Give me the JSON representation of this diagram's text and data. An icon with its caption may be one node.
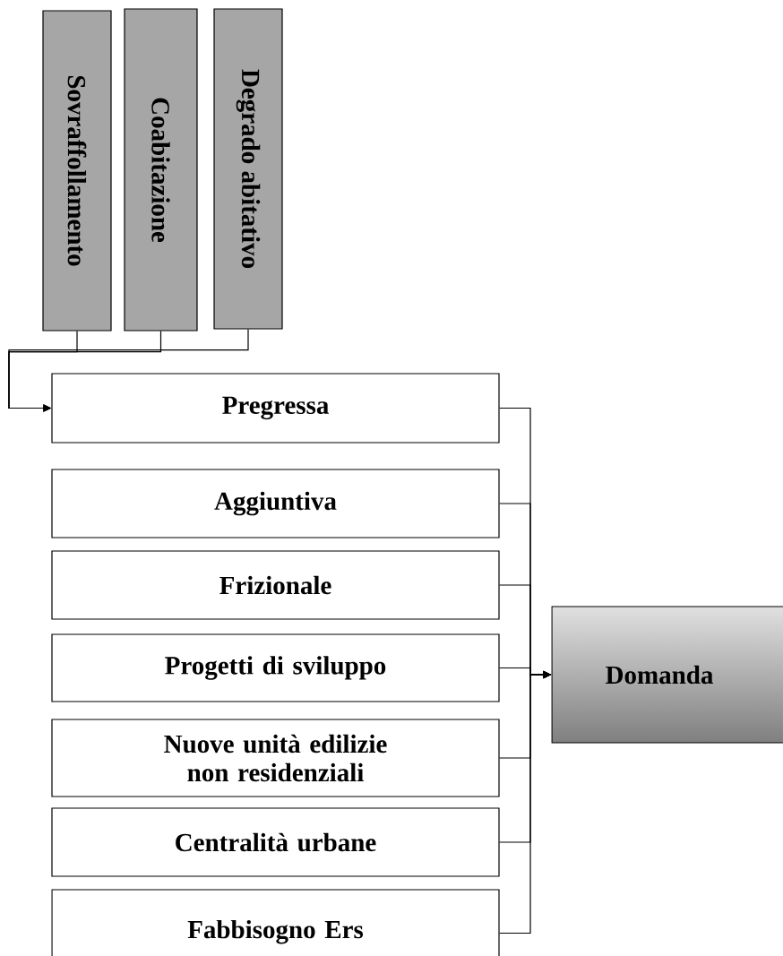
{
  "diagram": {
    "nodes": [
      {
        "text": [
          "Sovraffollamento"
        ]
      },
      {
        "text": [
          "Coabitazione"
        ]
      },
      {
        "text": [
          "Degrado abitativo"
        ]
      },
      {
        "text": [
          "Pregressa"
        ]
      },
      {
        "text": [
          "Aggiuntiva"
        ]
      },
      {
        "text": [
          "Frizionale"
        ]
      },
      {
        "text": [
          "Progetti di sviluppo"
        ]
      },
      {
        "text": [
          "Nuove unità edilizie non residenziali"
        ]
      },
      {
        "text": [
          "Centralità urbane"
        ]
      },
      {
        "text": [
          "Fabbisogno Ers"
        ]
      },
      {
        "text": [
          "Domanda"
        ]
      }
    ],
    "edges": [
      {
        "from": 0,
        "to": 3,
        "arrow": "to"
      },
      {
        "from": 1,
        "to": 3,
        "arrow": "to"
      },
      {
        "from": 2,
        "to": 3,
        "arrow": "to"
      },
      {
        "from": 3,
        "to": 10,
        "arrow": "to"
      },
      {
        "from": 4,
        "to": 10,
        "arrow": "to"
      },
      {
        "from": 5,
        "to": 10,
        "arrow": "to"
      },
      {
        "from": 6,
        "to": 10,
        "arrow": "to"
      },
      {
        "from": 7,
        "to": 10,
        "arrow": "to"
      },
      {
        "from": 8,
        "to": 10,
        "arrow": "to"
      },
      {
        "from": 9,
        "to": 10,
        "arrow": "to"
      }
    ]
  }
}
